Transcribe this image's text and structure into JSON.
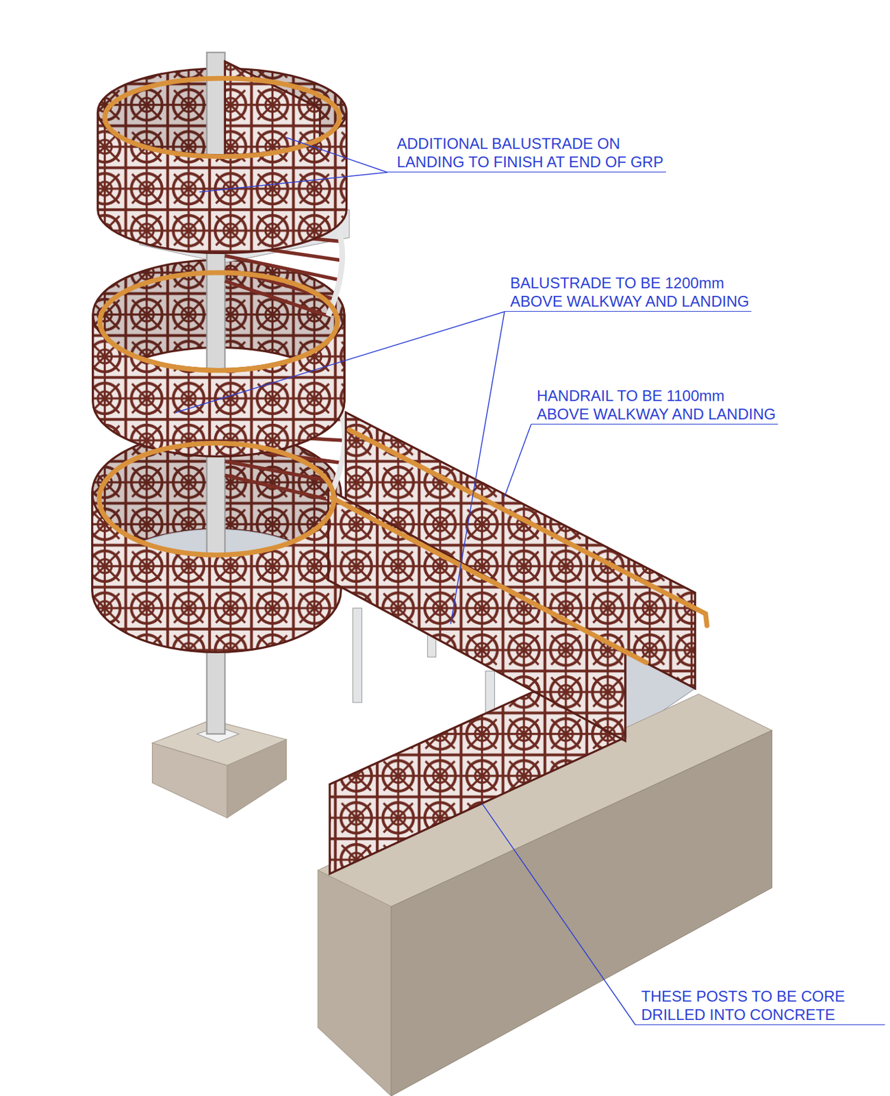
{
  "diagram": {
    "labels": [
      "ADDITIONAL BALUSTRADE ON LANDING TO FINISH AT END OF GRP",
      "BALUSTRADE TO BE 1200mm ABOVE WALKWAY AND LANDING",
      "HANDRAIL TO BE 1100mm ABOVE WALKWAY AND LANDING",
      "THESE POSTS TO BE CORE DRILLED INTO CONCRETE"
    ]
  }
}
